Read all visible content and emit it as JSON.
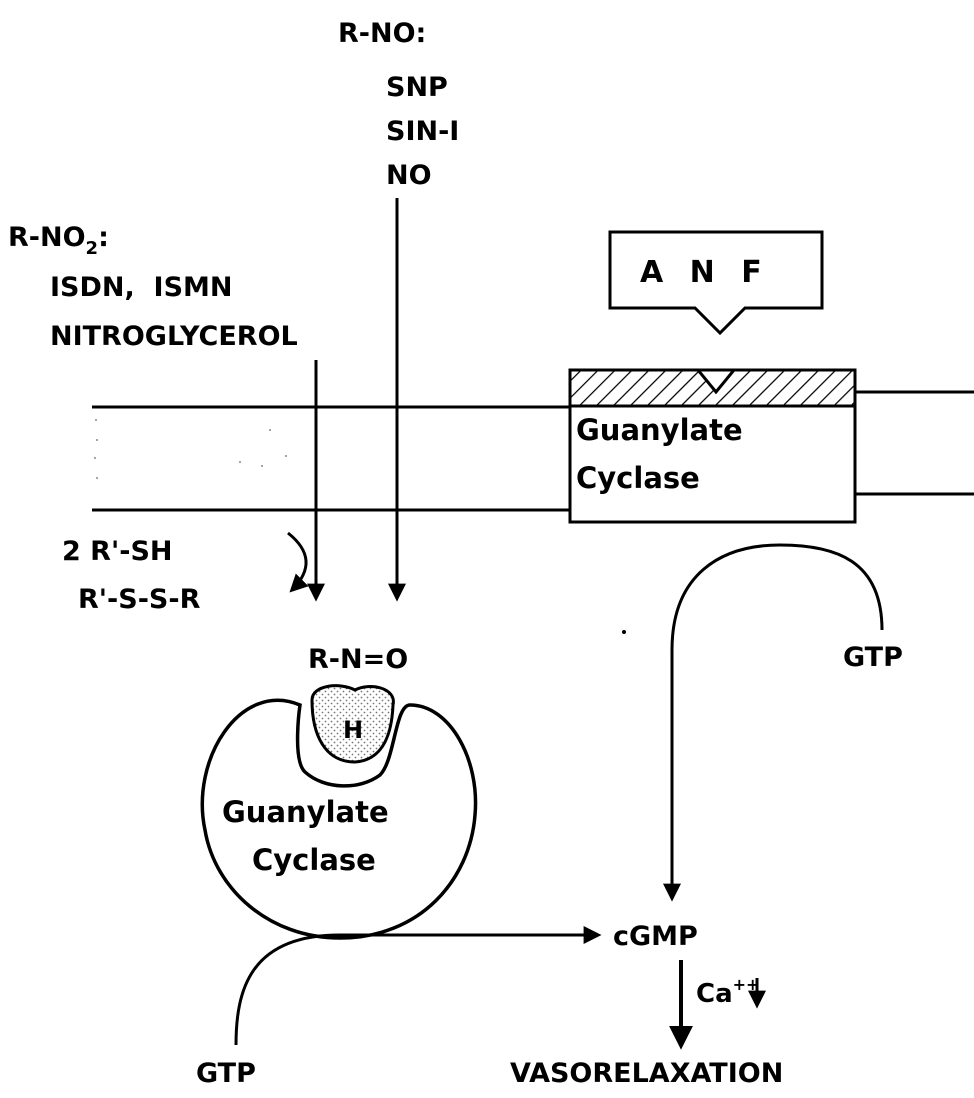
{
  "rno_donors": {
    "heading": "R-NO:",
    "items": [
      "SNP",
      "SIN-I",
      "NO"
    ]
  },
  "rno2_donors": {
    "heading_main": "R-NO",
    "heading_sub": "2",
    "heading_colon": ":",
    "line1": "ISDN,  ISMN",
    "line2": "NITROGLYCEROL"
  },
  "anf": {
    "label": "A N F"
  },
  "membrane_enzyme": {
    "line1": "Guanylate",
    "line2": "Cyclase"
  },
  "thiol_reaction": {
    "reactant": "2 R'-SH",
    "product": "R'-S-S-R"
  },
  "intermediate": {
    "label": "R-N=O"
  },
  "heme": {
    "label": "H"
  },
  "soluble_enzyme": {
    "line1": "Guanylate",
    "line2": "Cyclase"
  },
  "gtp_right": {
    "label": "GTP"
  },
  "gtp_bottom": {
    "label": "GTP"
  },
  "cgmp": {
    "label": "cGMP"
  },
  "calcium": {
    "label": "Ca",
    "superscript": "++"
  },
  "outcome": {
    "label": "VASORELAXATION"
  },
  "colors": {
    "ink": "#000000",
    "background": "#ffffff",
    "stipple": "#9a9a9a"
  }
}
